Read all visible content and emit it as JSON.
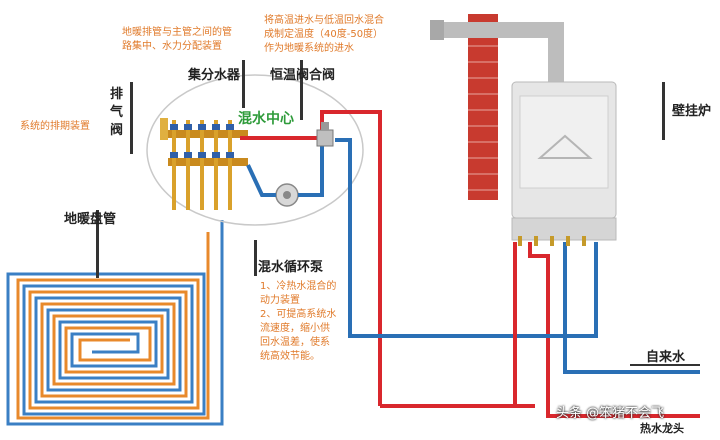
{
  "labels": {
    "manifold": "集分水器",
    "mixing_valve": "恒温阀合阀",
    "exhaust_valve": "排\n气\n阀",
    "mixing_center": "混水中心",
    "floor_coil": "地暖盘管",
    "circulation_pump": "混水循环泵",
    "boiler": "壁挂炉",
    "tap_water": "自来水",
    "hot_tap": "热水龙头"
  },
  "notes": {
    "manifold_note": [
      "地暖排管与主管之间的管",
      "路集中、水力分配装置"
    ],
    "valve_note": [
      "将高温进水与低温回水混合",
      "成制定温度（40度-50度）",
      "作为地暖系统的进水"
    ],
    "exhaust_note": "系统的排期装置",
    "pump_note": [
      "1、冷热水混合的",
      "动力装置",
      "2、可提高系统水",
      "流速度，缩小供",
      "回水温差，使系",
      "统高效节能。"
    ]
  },
  "watermark": "头条 @笨猪不会飞",
  "colors": {
    "hot_pipe": "#d9272d",
    "cold_pipe": "#2a6fb5",
    "coil_orange": "#e8892b",
    "coil_blue": "#3a7fc4",
    "brick": "#c83a2f",
    "flue": "#bdbdbd",
    "boiler_body": "#e6e6e6",
    "accent_green": "#2e9b3a",
    "note_orange": "#e07a2a"
  }
}
